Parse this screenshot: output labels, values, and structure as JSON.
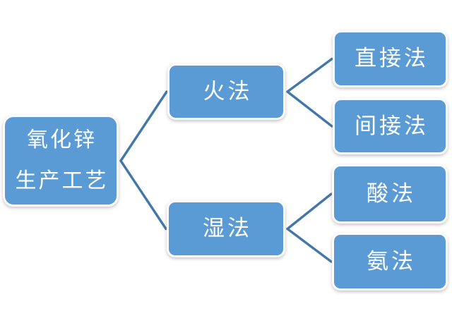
{
  "style": {
    "background": "#ffffff",
    "node_fill": "#5b9bd5",
    "node_border": "#fcfcfc",
    "connector_color": "#4377a9",
    "text_color": "#ffffff"
  },
  "nodes": {
    "root": {
      "lines": [
        "氧化锌",
        "生产工艺"
      ]
    },
    "fire": {
      "label": "火法"
    },
    "wet": {
      "label": "湿法"
    },
    "direct": {
      "label": "直接法"
    },
    "indirect": {
      "label": "间接法"
    },
    "acid": {
      "label": "酸法"
    },
    "ammonia": {
      "label": "氨法"
    }
  },
  "edges": [
    {
      "from": "root",
      "to": "fire"
    },
    {
      "from": "root",
      "to": "wet"
    },
    {
      "from": "fire",
      "to": "direct"
    },
    {
      "from": "fire",
      "to": "indirect"
    },
    {
      "from": "wet",
      "to": "acid"
    },
    {
      "from": "wet",
      "to": "ammonia"
    }
  ]
}
